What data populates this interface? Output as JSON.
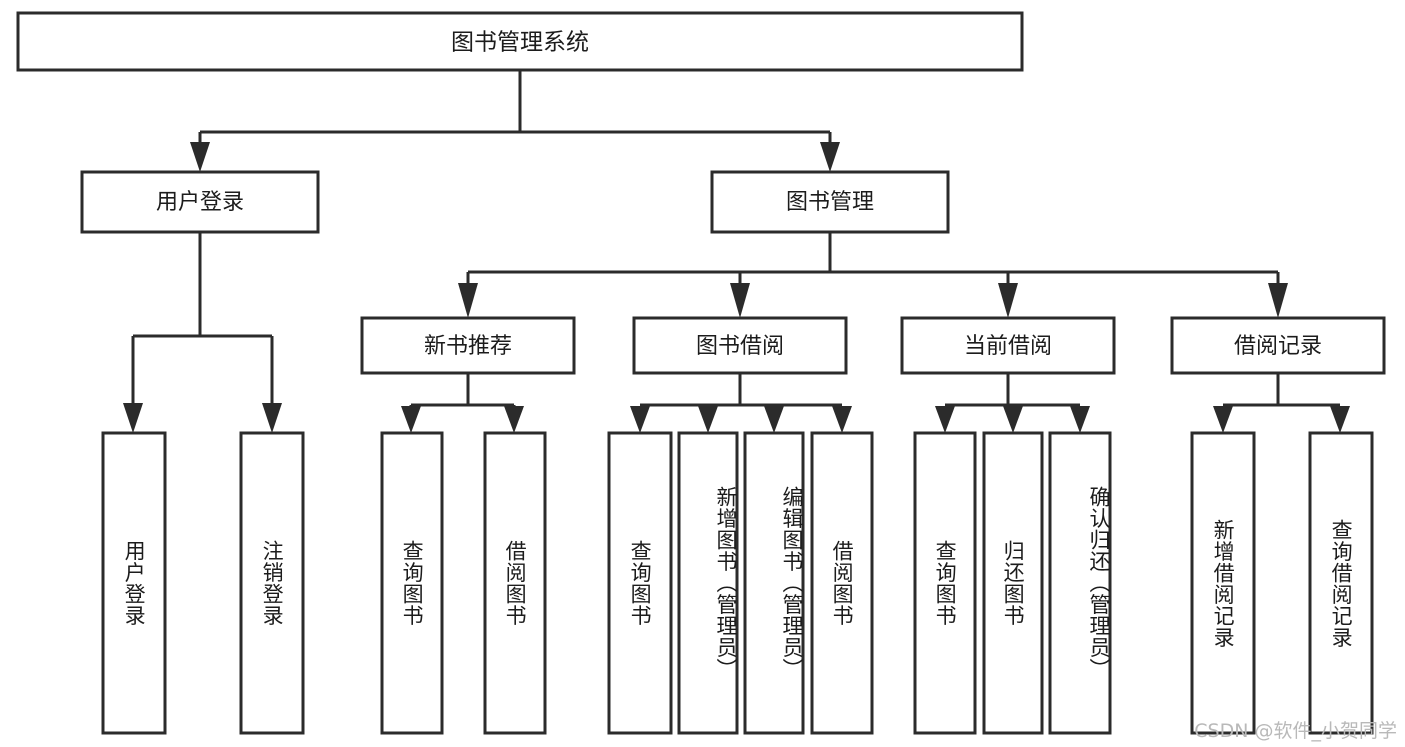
{
  "diagram": {
    "type": "tree-hierarchy",
    "title": "图书管理系统",
    "watermark": "CSDN @软件_小贺同学",
    "colors": {
      "stroke": "#2b2b2b",
      "fill": "#ffffff",
      "text": "#1c1c1c",
      "watermark": "#b9b9b9",
      "background": "#ffffff"
    },
    "root": {
      "label": "图书管理系统"
    },
    "level2": [
      {
        "label": "用户登录"
      },
      {
        "label": "图书管理"
      }
    ],
    "level3": [
      {
        "label": "新书推荐"
      },
      {
        "label": "图书借阅"
      },
      {
        "label": "当前借阅"
      },
      {
        "label": "借阅记录"
      }
    ],
    "leaves": {
      "user_login": [
        {
          "label": "用户登录"
        },
        {
          "label": "注销登录"
        }
      ],
      "new_book_recommend": [
        {
          "label": "查询图书"
        },
        {
          "label": "借阅图书"
        }
      ],
      "book_borrow": [
        {
          "label": "查询图书"
        },
        {
          "label": "新增图书（管理员）"
        },
        {
          "label": "编辑图书（管理员）"
        },
        {
          "label": "借阅图书"
        }
      ],
      "current_borrow": [
        {
          "label": "查询图书"
        },
        {
          "label": "归还图书"
        },
        {
          "label": "确认归还（管理员）"
        }
      ],
      "borrow_record": [
        {
          "label": "新增借阅记录"
        },
        {
          "label": "查询借阅记录"
        }
      ]
    }
  }
}
